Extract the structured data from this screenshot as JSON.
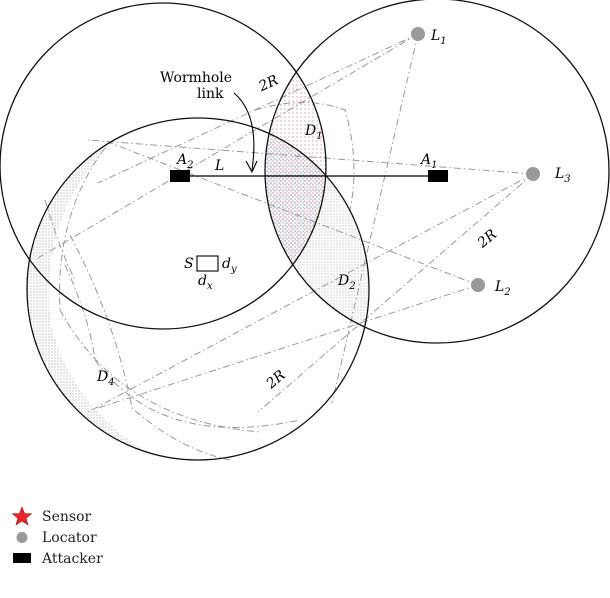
{
  "diagram": {
    "callout": {
      "line1": "Wormhole",
      "line2": "link"
    },
    "labels": {
      "two_r": "2R",
      "link": "L",
      "d1": "D",
      "d1_sub": "1",
      "d2": "D",
      "d2_sub": "2",
      "d4": "D",
      "d4_sub": "4",
      "a1": "A",
      "a1_sub": "1",
      "a2": "A",
      "a2_sub": "2",
      "l1": "L",
      "l1_sub": "1",
      "l2": "L",
      "l2_sub": "2",
      "l3": "L",
      "l3_sub": "3",
      "s": "S",
      "dy": "d",
      "dy_sub": "y",
      "dx": "d",
      "dx_sub": "x"
    }
  },
  "legend": [
    {
      "label": "Sensor",
      "icon": "red-star-icon",
      "color": "#e8242a"
    },
    {
      "label": "Locator",
      "icon": "gray-circle-icon",
      "color": "#999999"
    },
    {
      "label": "Attacker",
      "icon": "black-rectangle-icon",
      "color": "#000000"
    }
  ]
}
